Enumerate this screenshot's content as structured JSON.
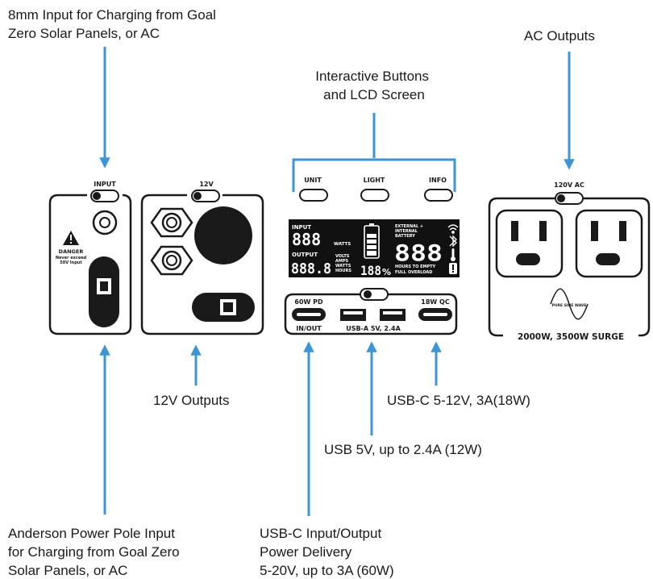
{
  "colors": {
    "arrow": "#3c95d6",
    "ink": "#1a1a1a",
    "lcd": "#111111"
  },
  "callouts": {
    "input_8mm": [
      "8mm Input for Charging from Goal",
      "Zero Solar Panels, or AC"
    ],
    "ac_outputs": [
      "AC Outputs"
    ],
    "interactive": [
      "Interactive Buttons",
      "and LCD Screen"
    ],
    "outputs_12v": [
      "12V Outputs"
    ],
    "usbc_qc": [
      "USB-C 5-12V, 3A(18W)"
    ],
    "usb_a": [
      "USB 5V, up to 2.4A (12W)"
    ],
    "anderson": [
      "Anderson Power Pole Input",
      "for Charging from Goal Zero",
      "Solar Panels, or AC"
    ],
    "usbc_pd": [
      "USB-C Input/Output",
      "Power Delivery",
      "5-20V, up to 3A (60W)"
    ]
  },
  "panel_labels": {
    "input": "INPUT",
    "twelve_v": "12V",
    "ac": "120V AC",
    "danger_title": "DANGER",
    "danger_line1": "Never exceed",
    "danger_line2": "50V  Input",
    "ac_rating": "2000W, 3500W SURGE",
    "pure_sine": "PURE SINE WAVE"
  },
  "buttons": [
    "UNIT",
    "LIGHT",
    "INFO"
  ],
  "lcd": {
    "input": "INPUT",
    "watts": "WATTS",
    "output": "OUTPUT",
    "volts": "VOLTS",
    "amps": "AMPS",
    "watts2": "WATTS",
    "hours": "HOURS",
    "ext1": "EXTERNAL +",
    "ext2": "INTERNAL",
    "ext3": "BATTERY",
    "hours_empty": "HOURS TO EMPTY",
    "full": "FULL",
    "overload": "OVERLOAD",
    "pct": "%",
    "digits3": "888",
    "digits4": "888.8",
    "digits_pct": "188"
  },
  "usb_labels": {
    "pd": "60W PD",
    "qc": "18W QC",
    "inout": "IN/OUT",
    "usba": "USB-A 5V, 2.4A"
  }
}
